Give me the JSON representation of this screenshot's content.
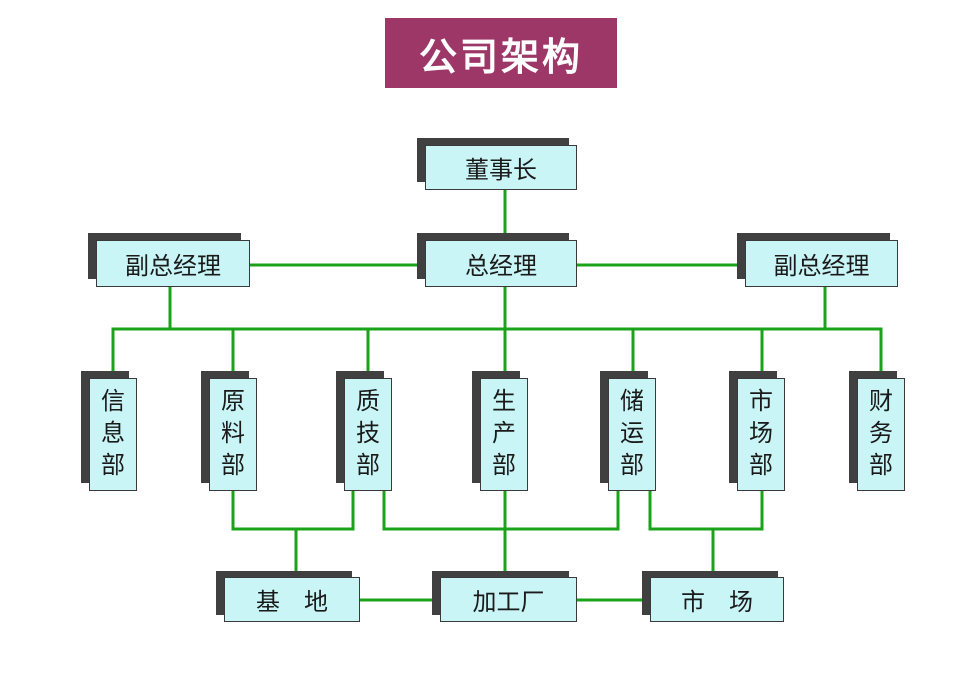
{
  "title": "公司架构",
  "org_chart": {
    "top": "董事长",
    "middle": {
      "left": "副总经理",
      "center": "总经理",
      "right": "副总经理"
    },
    "departments": [
      "信息部",
      "原料部",
      "质技部",
      "生产部",
      "储运部",
      "市场部",
      "财务部"
    ],
    "bottom": [
      "基　地",
      "加工厂",
      "市　场"
    ]
  },
  "colors": {
    "title_bg": "#9c3767",
    "box_fill": "#c9f5f7",
    "connector": "#1aa31a",
    "shadow": "#404040"
  }
}
